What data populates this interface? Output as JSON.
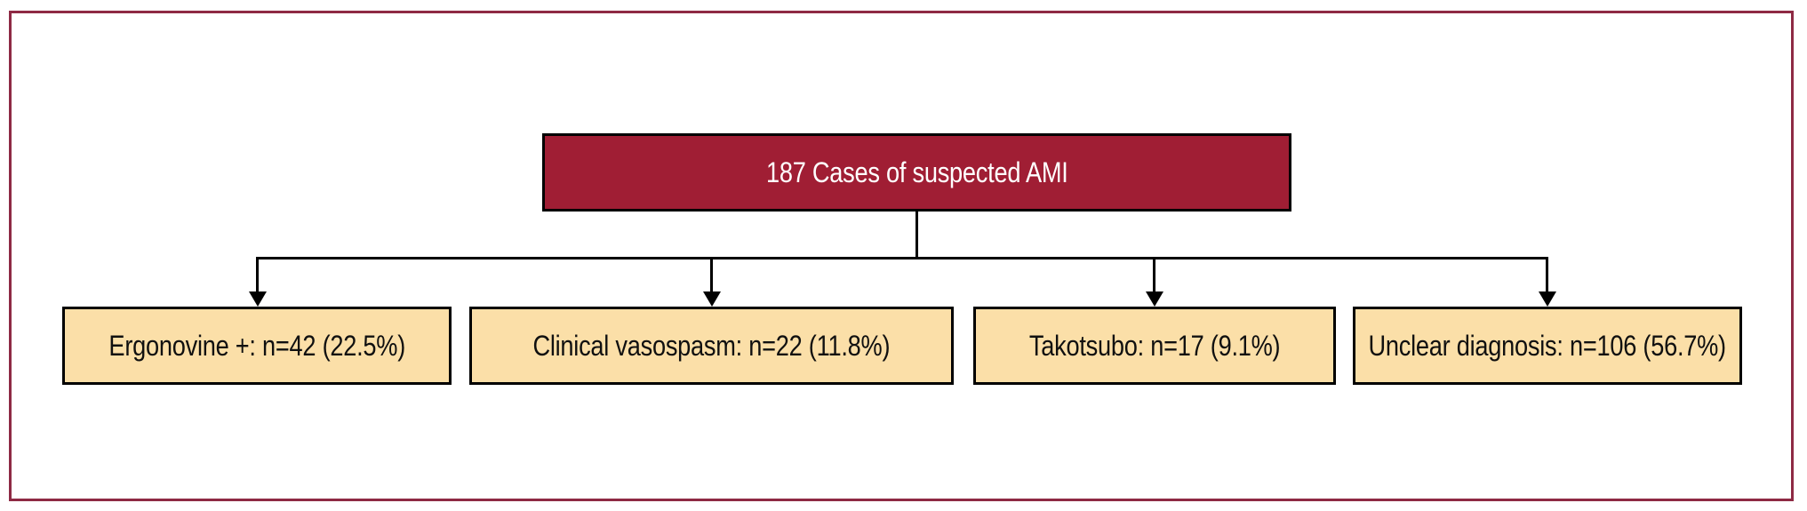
{
  "figure": {
    "type": "flowchart",
    "root": {
      "label": "187 Cases of suspected AMI",
      "n": 187
    },
    "children": [
      {
        "label": "Ergonovine +: n=42 (22.5%)",
        "n": 42,
        "pct": "22.5%"
      },
      {
        "label": "Clinical vasospasm: n=22 (11.8%)",
        "n": 22,
        "pct": "11.8%"
      },
      {
        "label": "Takotsubo: n=17 (9.1%)",
        "n": 17,
        "pct": "9.1%"
      },
      {
        "label": "Unclear diagnosis: n=106 (56.7%)",
        "n": 106,
        "pct": "56.7%"
      }
    ]
  },
  "colors": {
    "background": "#ffffff",
    "frame_border": "#8e2a44",
    "root_fill": "#a01e34",
    "root_text": "#ffffff",
    "child_fill": "#fbdfa8",
    "box_border": "#000000",
    "connector": "#000000"
  }
}
